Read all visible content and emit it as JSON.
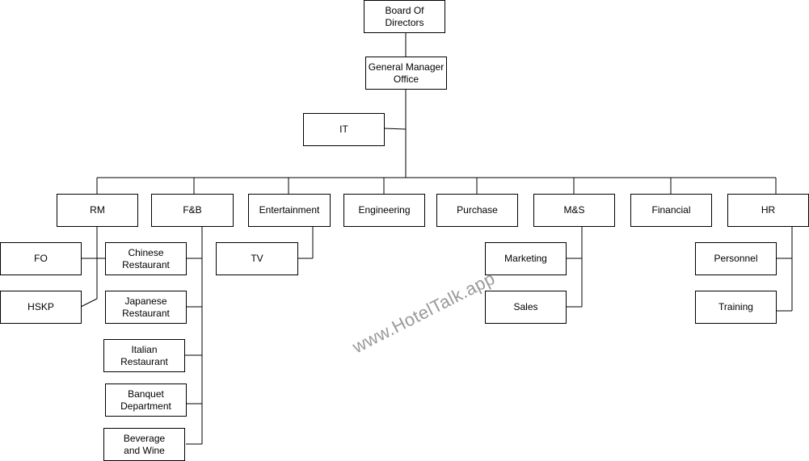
{
  "nodes": {
    "board": "Board Of\nDirectors",
    "gm": "General Manager\nOffice",
    "it": "IT",
    "rm": "RM",
    "fb": "F&B",
    "entertainment": "Entertainment",
    "engineering": "Engineering",
    "purchase": "Purchase",
    "ms": "M&S",
    "financial": "Financial",
    "hr": "HR",
    "fo": "FO",
    "hskp": "HSKP",
    "chinese": "Chinese\nRestaurant",
    "japanese": "Japanese\nRestaurant",
    "italian": "Italian\nRestaurant",
    "banquet": "Banquet\nDepartment",
    "beverage": "Beverage\nand Wine",
    "tv": "TV",
    "marketing": "Marketing",
    "sales": "Sales",
    "personnel": "Personnel",
    "training": "Training"
  },
  "watermark": "www.HotelTalk.app",
  "colors": {
    "line": "#000000",
    "box_border": "#000000",
    "watermark": "#9a9a9a"
  }
}
